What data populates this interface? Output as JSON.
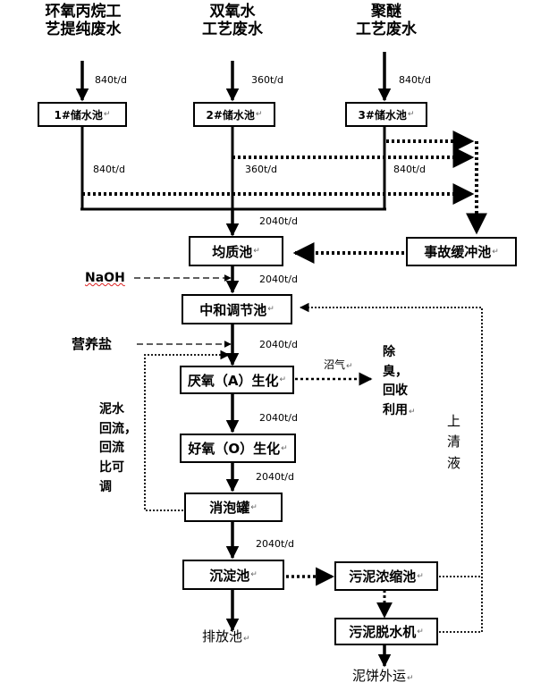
{
  "sources": {
    "epoxy": [
      "环氧丙烷工",
      "艺提纯废水"
    ],
    "h2o2": [
      "双氧水",
      "工艺废水"
    ],
    "polyether": [
      "聚醚",
      "工艺废水"
    ]
  },
  "flows": {
    "f840_1": "840t/d",
    "f360_1": "360t/d",
    "f840_2": "840t/d",
    "f840_3": "840t/d",
    "f360_2": "360t/d",
    "f840_4": "840t/d",
    "f2040_1": "2040t/d",
    "f2040_2": "2040t/d",
    "f2040_3": "2040t/d",
    "f2040_4": "2040t/d",
    "f2040_5": "2040t/d",
    "f2040_6": "2040t/d"
  },
  "tanks": {
    "tank1": "1#储水池",
    "tank2": "2#储水池",
    "tank3": "3#储水池"
  },
  "units": {
    "homogenizer": "均质池",
    "emergency": "事故缓冲池",
    "neutralization": "中和调节池",
    "anaerobic": "厌氧（A）生化",
    "aerobic": "好氧（O）生化",
    "defoam": "消泡罐",
    "sedimentation": "沉淀池",
    "thickener": "污泥浓缩池",
    "dewater": "污泥脱水机"
  },
  "inputs": {
    "naoh": "NaOH",
    "nutrient": "营养盐"
  },
  "labels": {
    "biogas": "沼气",
    "odor_removal": [
      "除",
      "臭，",
      "回收",
      "利用"
    ],
    "supernatant": [
      "上",
      "清",
      "液"
    ],
    "sludge_return": [
      "泥水",
      "回流，",
      "回流",
      "比可",
      "调"
    ],
    "discharge": "排放池",
    "cake_out": "泥饼外运",
    "return_mark": "↵"
  }
}
